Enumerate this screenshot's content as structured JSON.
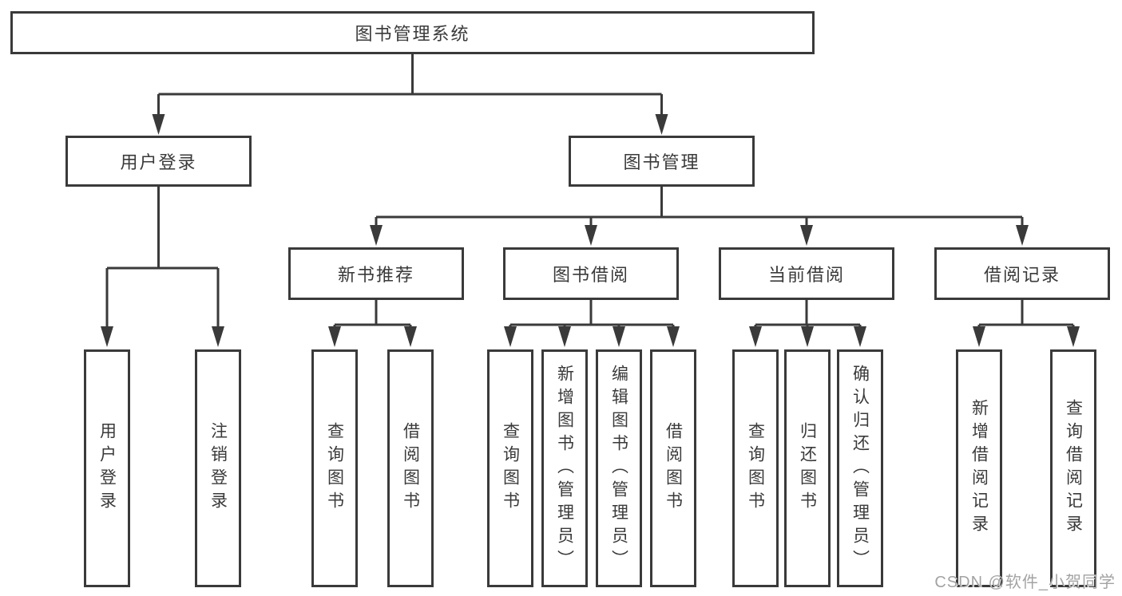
{
  "diagram": {
    "root": {
      "label": "图书管理系统"
    },
    "level1": [
      {
        "label": "用户登录",
        "children": [
          "用户登录",
          "注销登录"
        ]
      },
      {
        "label": "图书管理",
        "groups": [
          {
            "label": "新书推荐",
            "children": [
              "查询图书",
              "借阅图书"
            ]
          },
          {
            "label": "图书借阅",
            "children": [
              "查询图书",
              "新增图书（管理员）",
              "编辑图书（管理员）",
              "借阅图书"
            ]
          },
          {
            "label": "当前借阅",
            "children": [
              "查询图书",
              "归还图书",
              "确认归还（管理员）"
            ]
          },
          {
            "label": "借阅记录",
            "children": [
              "新增借阅记录",
              "查询借阅记录"
            ]
          }
        ]
      }
    ]
  },
  "watermark": "CSDN @软件_小贺同学",
  "colors": {
    "line": "#3a3a3a",
    "box_background": "#ffffff",
    "text": "#3a3a3a",
    "watermark": "#a3a3a3"
  }
}
